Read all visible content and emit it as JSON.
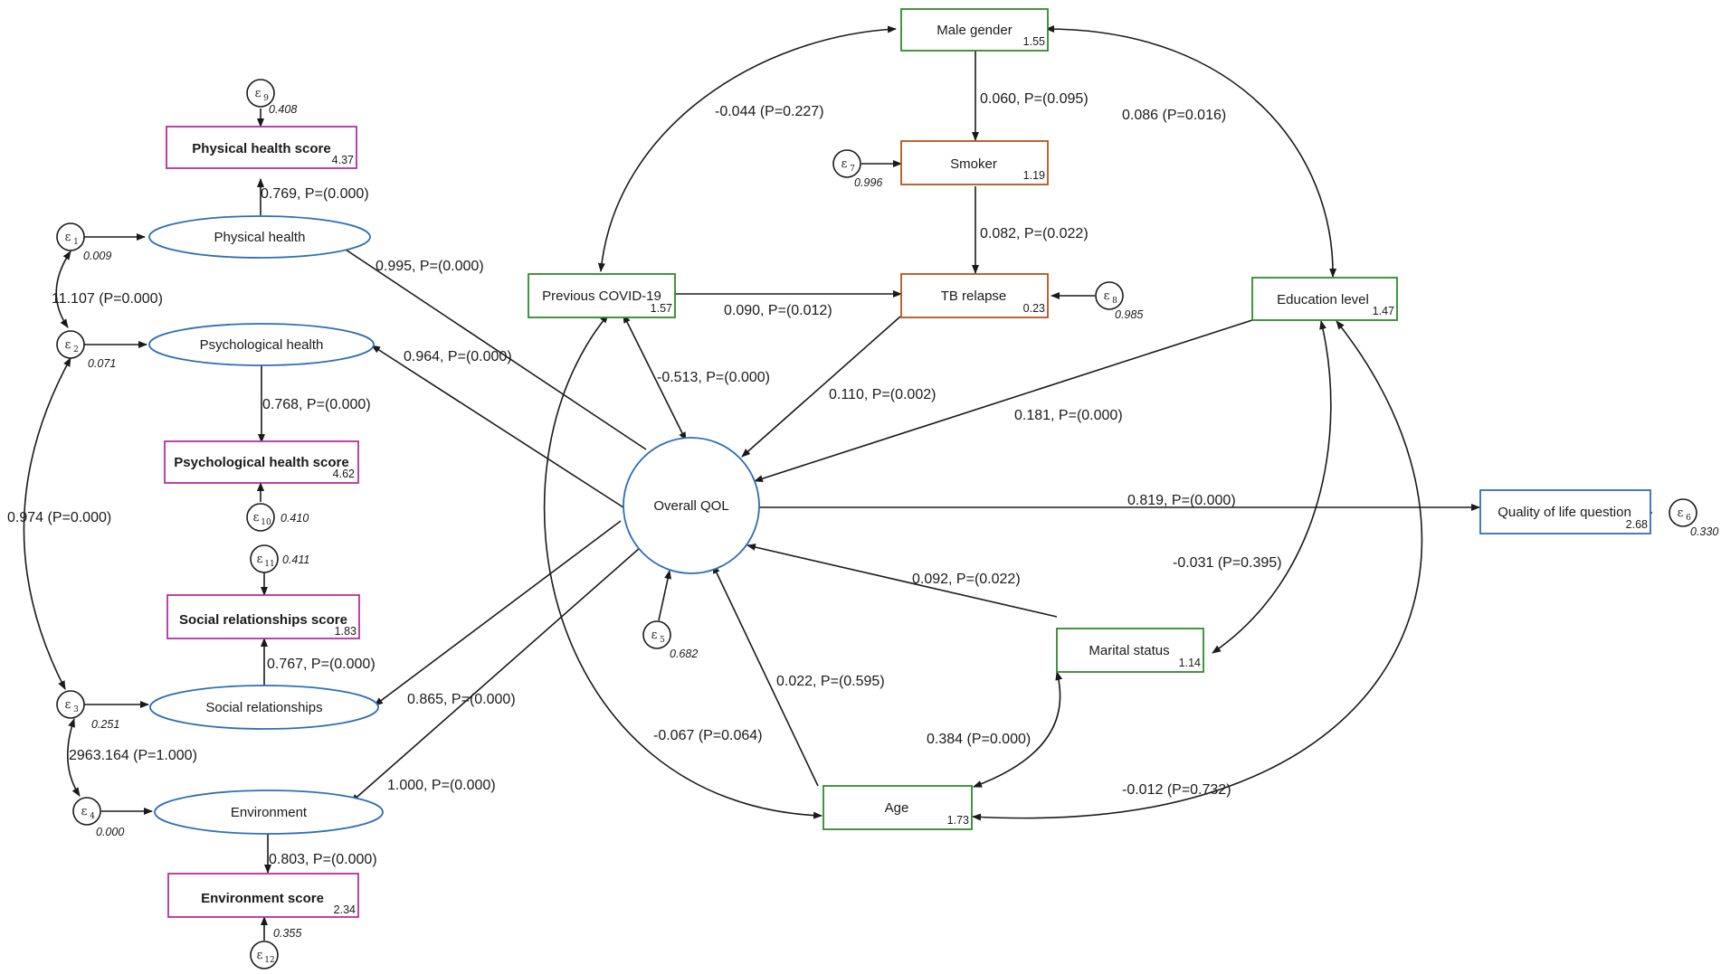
{
  "colors": {
    "indicator_border": "#b3309f",
    "observed_green_border": "#2e8b2e",
    "observed_orange_border": "#b5541c",
    "latent_blue_border": "#2f6fb5",
    "quality_border": "#2f6fb5",
    "line": "#1a1a1a"
  },
  "latents": {
    "physical": {
      "label": "Physical health"
    },
    "psychological": {
      "label": "Psychological health"
    },
    "social": {
      "label": "Social relationships"
    },
    "environment": {
      "label": "Environment"
    },
    "overall": {
      "label": "Overall QOL"
    }
  },
  "indicators": {
    "physical_score": {
      "label": "Physical health score",
      "mean": "4.37"
    },
    "psych_score": {
      "label": "Psychological health score",
      "mean": "4.62"
    },
    "social_score": {
      "label": "Social relationships score",
      "mean": "1.83"
    },
    "env_score": {
      "label": "Environment score",
      "mean": "2.34"
    }
  },
  "observed": {
    "male": {
      "label": "Male gender",
      "mean": "1.55"
    },
    "smoker": {
      "label": "Smoker",
      "mean": "1.19"
    },
    "tb": {
      "label": "TB relapse",
      "mean": "0.23"
    },
    "covid": {
      "label": "Previous COVID-19",
      "mean": "1.57"
    },
    "education": {
      "label": "Education level",
      "mean": "1.47"
    },
    "quality": {
      "label": "Quality of life question",
      "mean": "2.68"
    },
    "marital": {
      "label": "Marital status",
      "mean": "1.14"
    },
    "age": {
      "label": "Age",
      "mean": "1.73"
    }
  },
  "errors": {
    "e1": {
      "sym": "ε",
      "sub": "1",
      "var": "0.009"
    },
    "e2": {
      "sym": "ε",
      "sub": "2",
      "var": "0.071"
    },
    "e3": {
      "sym": "ε",
      "sub": "3",
      "var": "0.251"
    },
    "e4": {
      "sym": "ε",
      "sub": "4",
      "var": "0.000"
    },
    "e5": {
      "sym": "ε",
      "sub": "5",
      "var": "0.682"
    },
    "e6": {
      "sym": "ε",
      "sub": "6",
      "var": "0.330"
    },
    "e7": {
      "sym": "ε",
      "sub": "7",
      "var": "0.996"
    },
    "e8": {
      "sym": "ε",
      "sub": "8",
      "var": "0.985"
    },
    "e9": {
      "sym": "ε",
      "sub": "9",
      "var": "0.408"
    },
    "e10": {
      "sym": "ε",
      "sub": "10",
      "var": "0.410"
    },
    "e11": {
      "sym": "ε",
      "sub": "11",
      "var": "0.411"
    },
    "e12": {
      "sym": "ε",
      "sub": "12",
      "var": "0.355"
    }
  },
  "paths": {
    "phys_to_score": "0.769, P=(0.000)",
    "overall_to_phys": "0.995, P=(0.000)",
    "e1_e2": "11.107 (P=0.000)",
    "overall_to_psych": "0.964, P=(0.000)",
    "psych_to_score": "0.768, P=(0.000)",
    "e2_e3": "0.974 (P=0.000)",
    "social_to_score": "0.767, P=(0.000)",
    "overall_to_social": "0.865, P=(0.000)",
    "e3_e4": "2963.164 (P=1.000)",
    "overall_to_env": "1.000, P=(0.000)",
    "env_to_score": "0.803, P=(0.000)",
    "male_covid": "-0.044 (P=0.227)",
    "male_smoker": "0.060, P=(0.095)",
    "male_edu": "0.086 (P=0.016)",
    "smoker_tb": "0.082, P=(0.022)",
    "covid_tb": "0.090, P=(0.012)",
    "covid_overall": "-0.513, P=(0.000)",
    "tb_overall": "0.110, P=(0.002)",
    "edu_overall": "0.181, P=(0.000)",
    "overall_quality": "0.819, P=(0.000)",
    "edu_marital": "-0.031 (P=0.395)",
    "marital_overall": "0.092, P=(0.022)",
    "age_overall": "0.022, P=(0.595)",
    "covid_age": "-0.067 (P=0.064)",
    "marital_age": "0.384 (P=0.000)",
    "edu_age": "-0.012 (P=0.732)"
  }
}
